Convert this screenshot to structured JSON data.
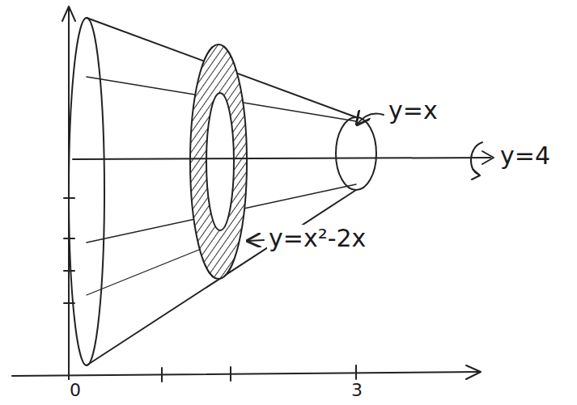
{
  "diagram": {
    "labels": [
      "y=x",
      "y=x²-2x",
      "y=4",
      "0",
      "3"
    ]
  }
}
